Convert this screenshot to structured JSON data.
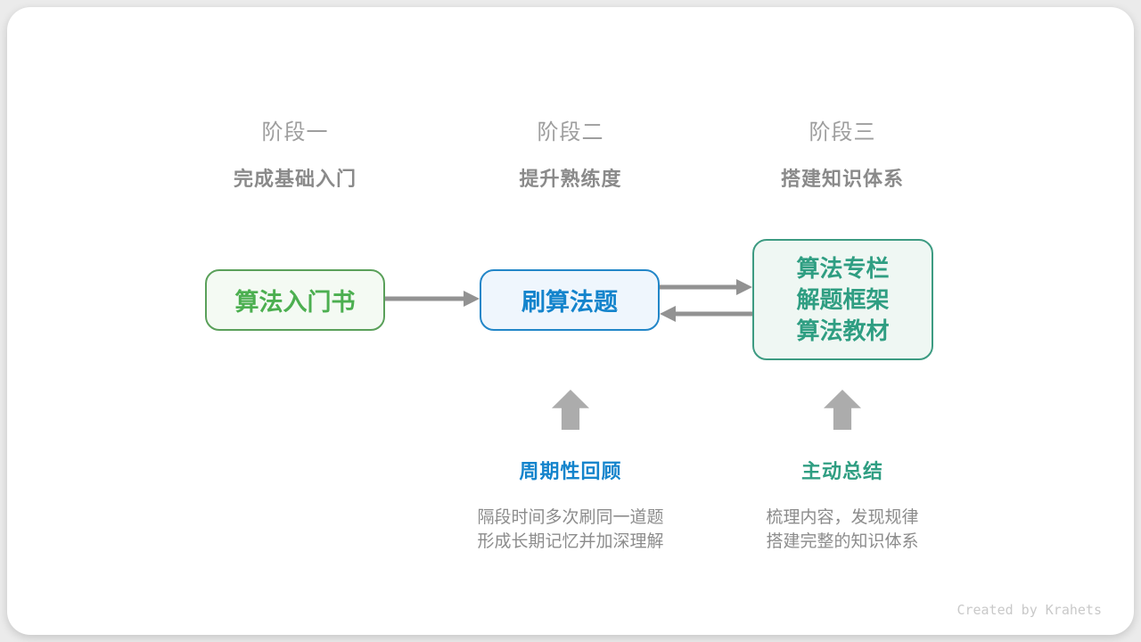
{
  "page": {
    "background_color": "#ebebeb",
    "card_background_color": "#ffffff"
  },
  "stages": [
    {
      "label": "阶段一",
      "title": "完成基础入门"
    },
    {
      "label": "阶段二",
      "title": "提升熟练度"
    },
    {
      "label": "阶段三",
      "title": "搭建知识体系"
    }
  ],
  "flow": {
    "node1": {
      "label": "算法入门书",
      "border_color": "#5aa05a",
      "text_color": "#4caf50",
      "fill": "#f4faf3"
    },
    "node2": {
      "label": "刷算法题",
      "border_color": "#2286c8",
      "text_color": "#1484cc",
      "fill": "#eff6fd"
    },
    "node3": {
      "lines": [
        "算法专栏",
        "解题框架",
        "算法教材"
      ],
      "border_color": "#3d9b82",
      "text_color": "#2f9e82",
      "fill": "#eff7f3"
    }
  },
  "arrows": {
    "horizontal_color": "#929292",
    "up_arrow_color": "#acacac",
    "connections": [
      "node1 -> node2",
      "node2 -> node3",
      "node3 -> node2"
    ]
  },
  "callouts": [
    {
      "title": "周期性回顾",
      "title_color": "#1484cc",
      "lines": [
        "隔段时间多次刷同一道题",
        "形成长期记忆并加深理解"
      ]
    },
    {
      "title": "主动总结",
      "title_color": "#2f9e82",
      "lines": [
        "梳理内容，发现规律",
        "搭建完整的知识体系"
      ]
    }
  ],
  "footer": {
    "credit": "Created by Krahets"
  }
}
